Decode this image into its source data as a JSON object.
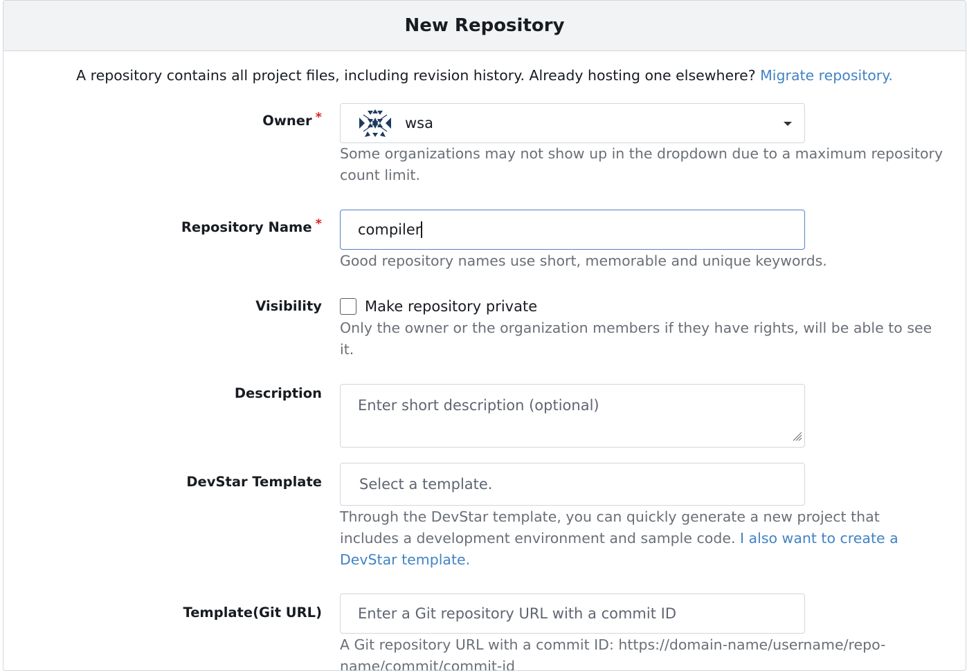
{
  "header": {
    "title": "New Repository"
  },
  "intro": {
    "text": "A repository contains all project files, including revision history. Already hosting one elsewhere?",
    "link": "Migrate repository."
  },
  "owner": {
    "label": "Owner",
    "required_mark": "*",
    "value": "wsa",
    "avatar_icon": "org-avatar-icon",
    "help": "Some organizations may not show up in the dropdown due to a maximum repository count limit."
  },
  "repo_name": {
    "label": "Repository Name",
    "required_mark": "*",
    "value": "compiler",
    "help": "Good repository names use short, memorable and unique keywords."
  },
  "visibility": {
    "label": "Visibility",
    "checkbox_label": "Make repository private",
    "checked": false,
    "help": "Only the owner or the organization members if they have rights, will be able to see it."
  },
  "description": {
    "label": "Description",
    "placeholder": "Enter short description (optional)"
  },
  "devstar_template": {
    "label": "DevStar Template",
    "placeholder": "Select a template.",
    "help": "Through the DevStar template, you can quickly generate a new project that includes a development environment and sample code.",
    "help_link": "I also want to create a DevStar template."
  },
  "git_template": {
    "label": "Template(Git URL)",
    "placeholder": "Enter a Git repository URL with a commit ID",
    "help": "A Git repository URL with a commit ID: https://domain-name/username/repo-name/commit/commit-id"
  },
  "colors": {
    "link": "#4183c4",
    "required": "#db2828",
    "focus_border": "#5183c4",
    "avatar": "#1e3a5f"
  }
}
